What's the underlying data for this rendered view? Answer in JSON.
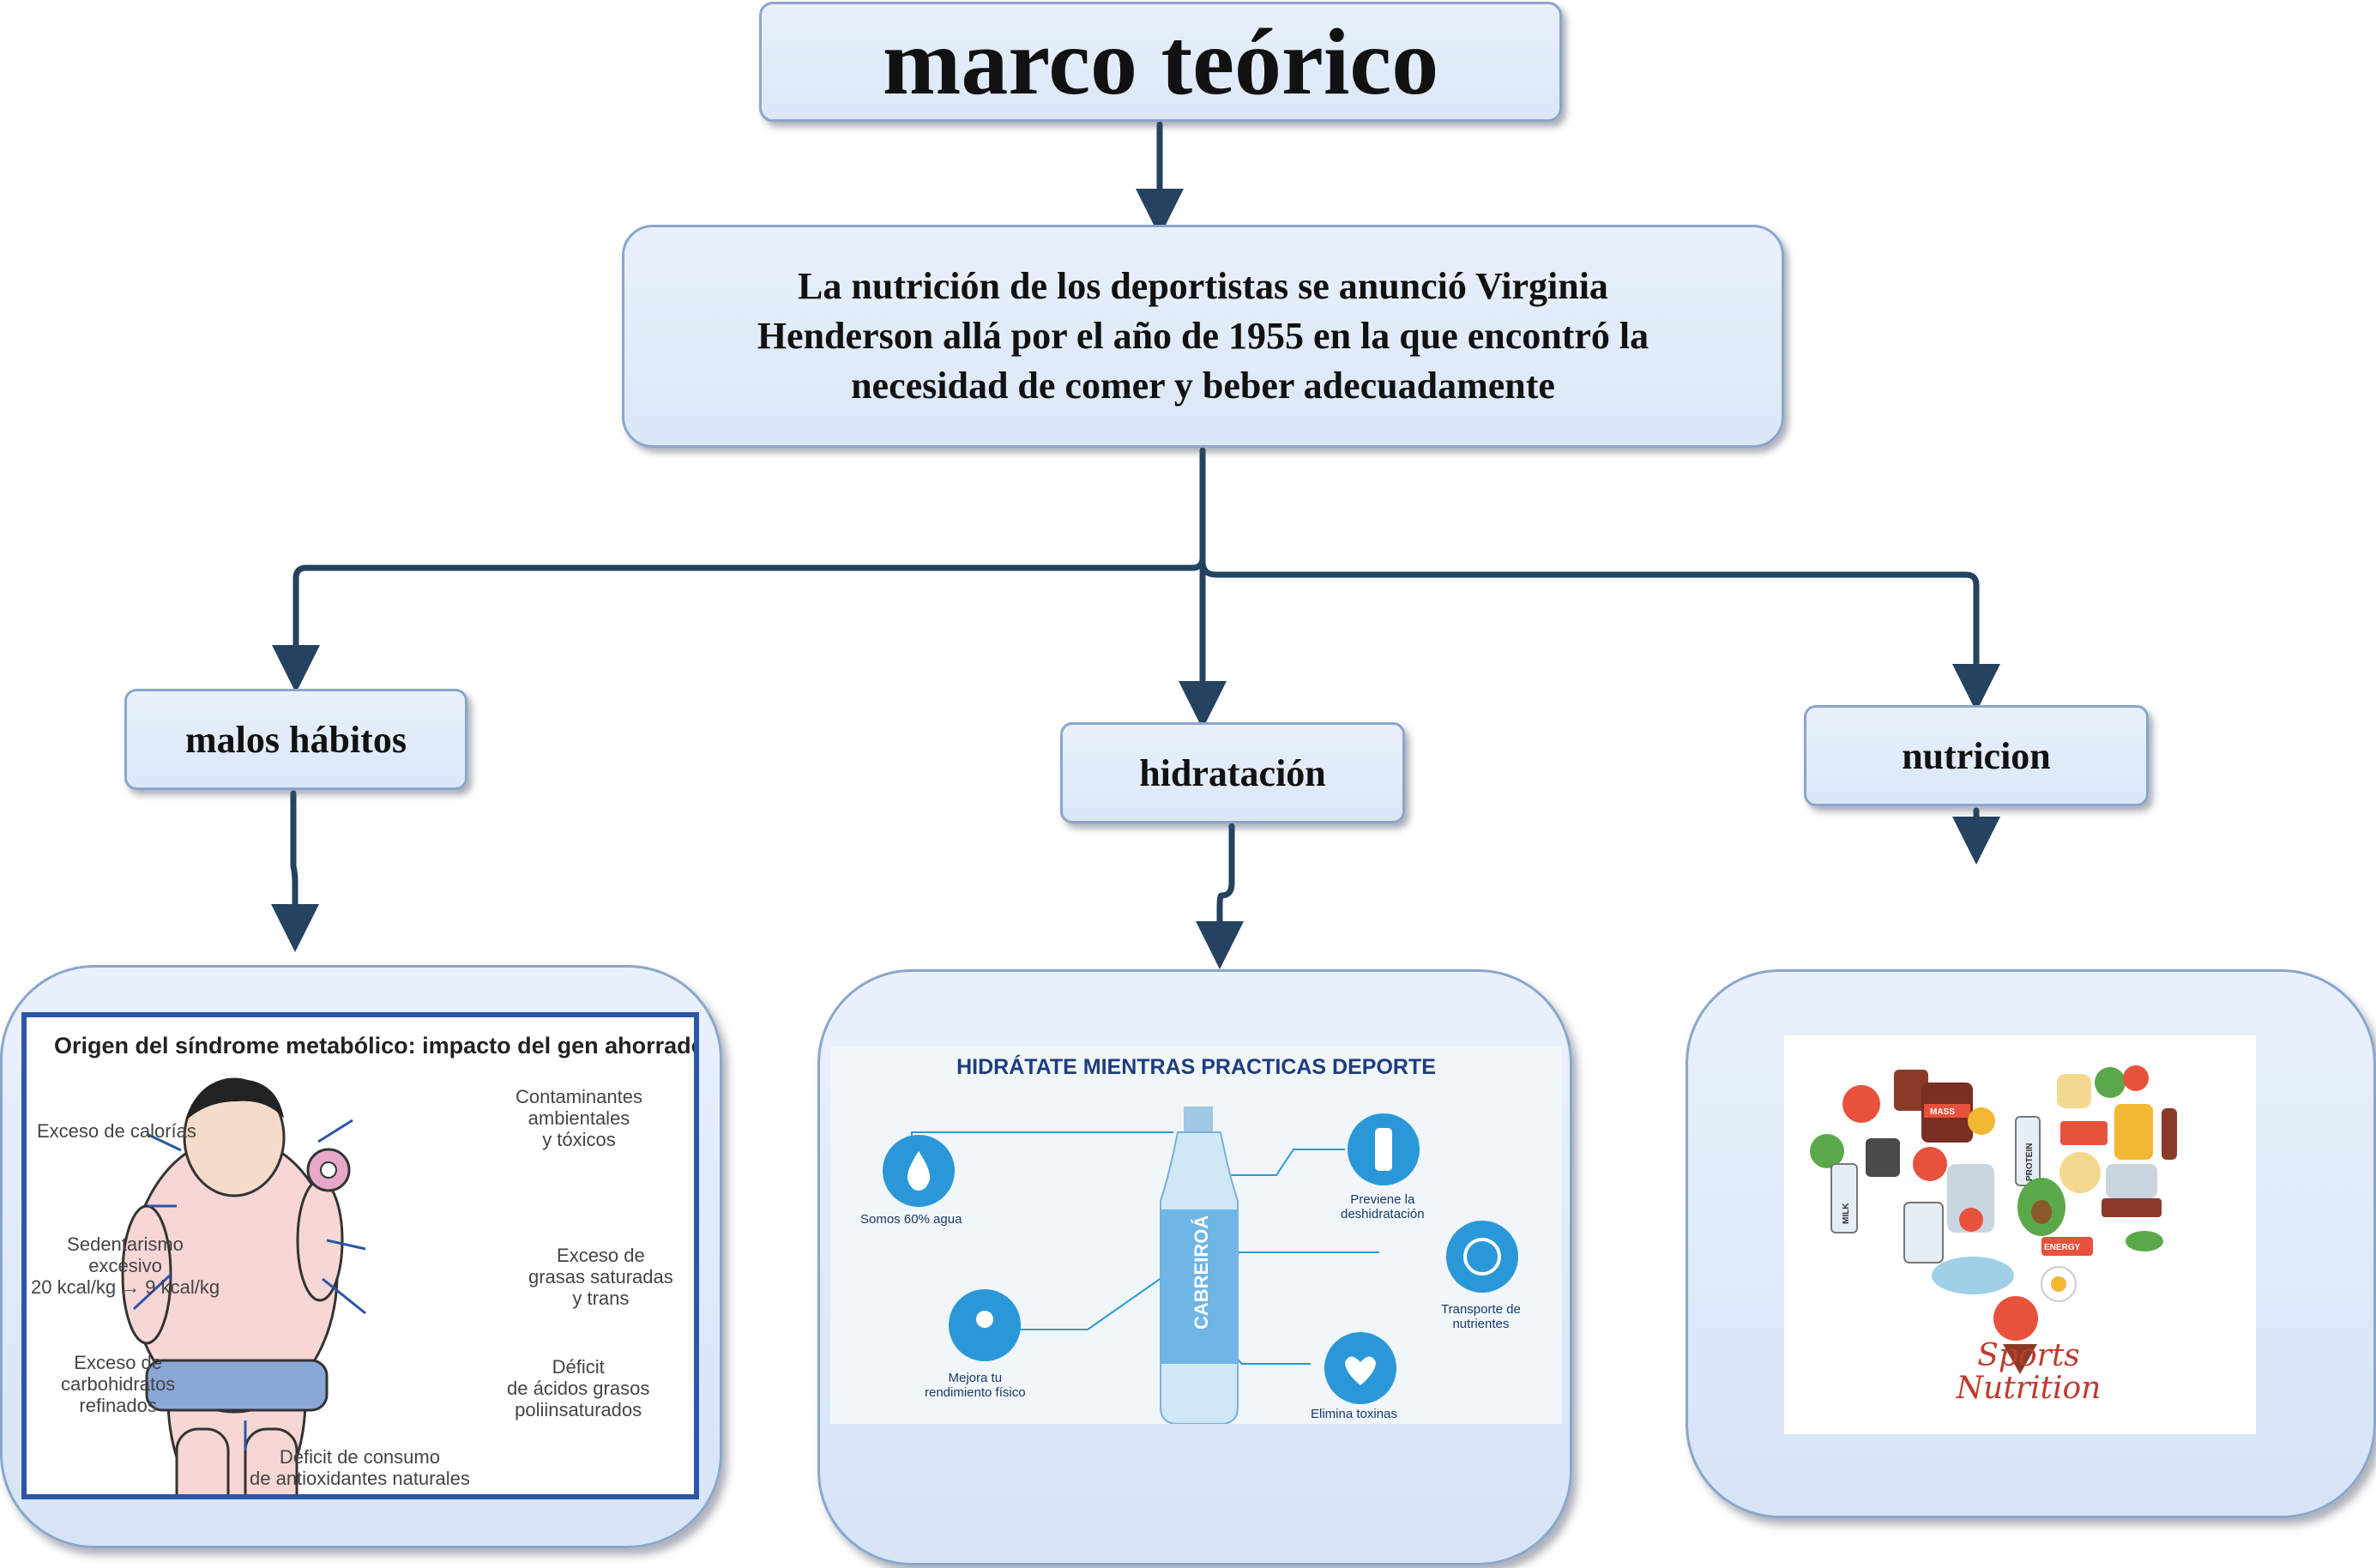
{
  "root": {
    "title": "marco teórico"
  },
  "definition": {
    "text": "La nutrición de los deportistas se anunció Virginia Henderson allá por el año de 1955 en la que encontró la necesidad de comer y beber adecuadamente"
  },
  "categories": [
    {
      "label": "malos hábitos"
    },
    {
      "label": "hidratación"
    },
    {
      "label": "nutricion"
    }
  ],
  "metabolic": {
    "title": "Origen del síndrome metabólico: impacto del gen ahorrador",
    "labels": {
      "calorias": "Exceso de calorías",
      "sedentarismo": "Sedentarismo\nexcesivo\n20 kcal/kg → 9 kcal/kg",
      "carbohidratos": "Exceso de\ncarbohidratos\nrefinados",
      "antioxidantes": "Déficit de consumo\nde antioxidantes naturales",
      "contaminantes": "Contaminantes\nambientales\ny tóxicos",
      "grasas": "Exceso de\ngrasas saturadas\ny trans",
      "acidos": "Déficit\nde ácidos grasos\npoliinsaturados"
    }
  },
  "hydration": {
    "title": "HIDRÁTATE MIENTRAS PRACTICAS DEPORTE",
    "brand": "CABREIROÁ",
    "labels": {
      "agua": "Somos 60% agua",
      "rendimiento": "Mejora tu\nrendimiento físico",
      "deshidratacion": "Previene la\ndeshidratación",
      "transporte": "Transporte de\nnutrientes",
      "toxinas": "Elimina toxinas"
    }
  },
  "nutrition": {
    "tags": {
      "mass": "MASS",
      "protein": "PROTEIN",
      "milk": "MILK",
      "energy": "ENERGY"
    },
    "caption": "Sports\nNutrition"
  },
  "colors": {
    "connector": "#254260",
    "node_fill": "#dbe7f7",
    "node_border": "#8aa6cc",
    "accent_blue": "#2a98d8"
  }
}
